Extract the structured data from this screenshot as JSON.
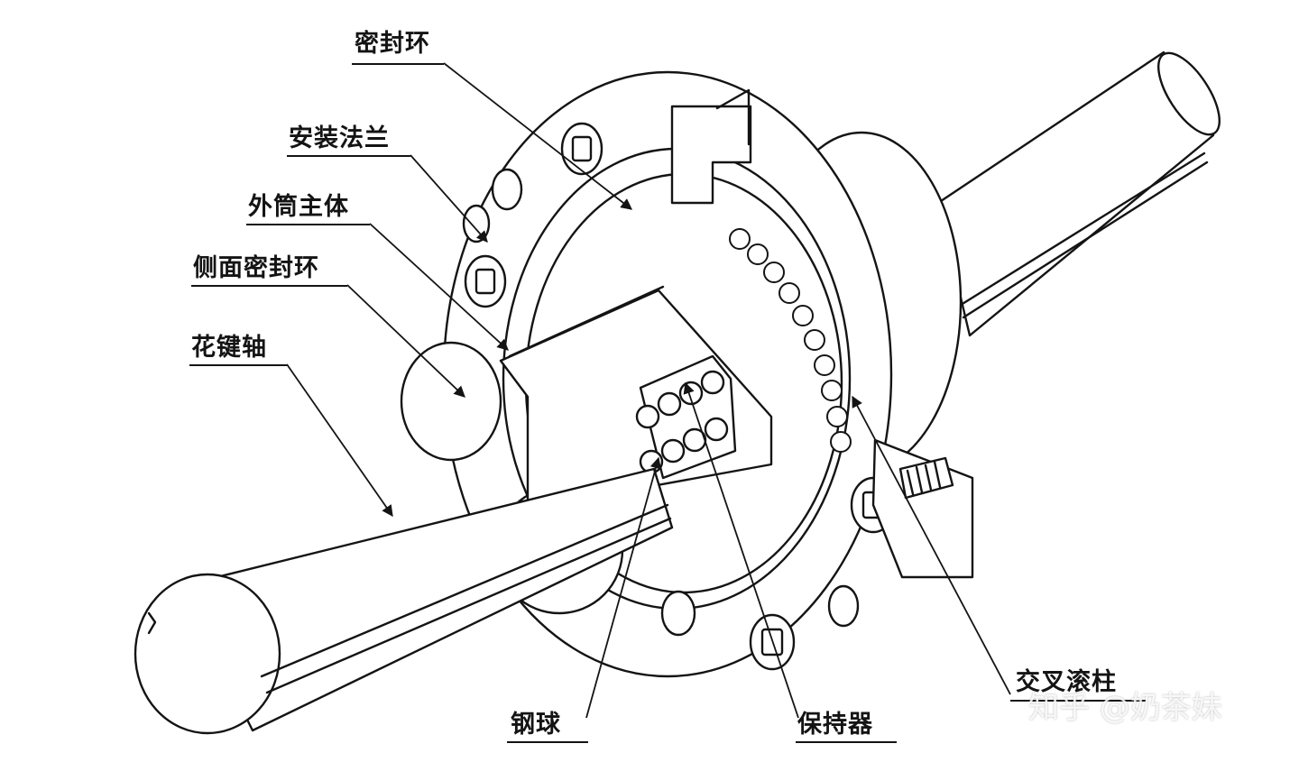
{
  "labels": {
    "seal_ring": "密封环",
    "mounting_flange": "安装法兰",
    "outer_cylinder_body": "外筒主体",
    "side_seal_ring": "侧面密封环",
    "spline_shaft": "花键轴",
    "steel_ball": "钢球",
    "retainer": "保持器",
    "cross_roller": "交叉滚柱"
  },
  "watermark": "知乎 @奶茶妹",
  "colors": {
    "ink": "#141414",
    "background": "#ffffff"
  }
}
